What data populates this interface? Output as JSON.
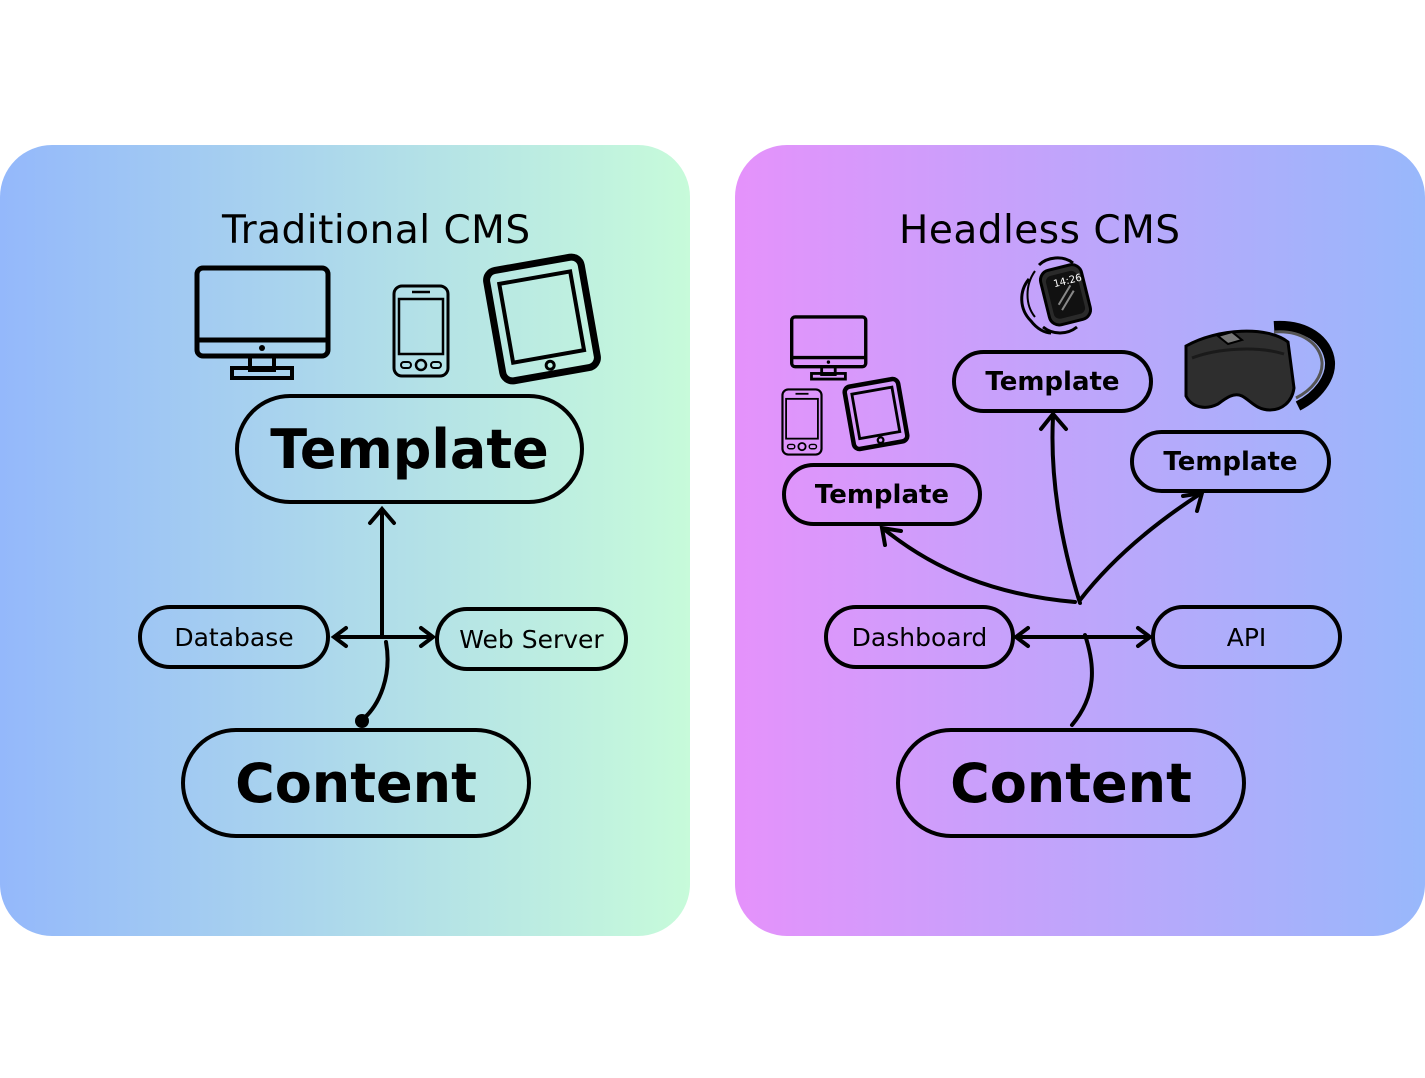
{
  "colors": {
    "left_gradient_start": "#94b8fb",
    "left_gradient_end": "#c7fbda",
    "right_gradient_start": "#e592fb",
    "right_gradient_end": "#98b8fb"
  },
  "traditional": {
    "title": "Traditional CMS",
    "template": "Template",
    "database": "Database",
    "web_server": "Web Server",
    "content": "Content",
    "icons": [
      "desktop-monitor-icon",
      "smartphone-icon",
      "tablet-icon"
    ]
  },
  "headless": {
    "title": "Headless CMS",
    "template_devices": "Template",
    "template_watch": "Template",
    "template_vr": "Template",
    "dashboard": "Dashboard",
    "api": "API",
    "content": "Content",
    "watch_time": "14:26",
    "icons": [
      "desktop-monitor-icon",
      "smartphone-icon",
      "tablet-icon",
      "smartwatch-icon",
      "vr-headset-icon"
    ]
  }
}
